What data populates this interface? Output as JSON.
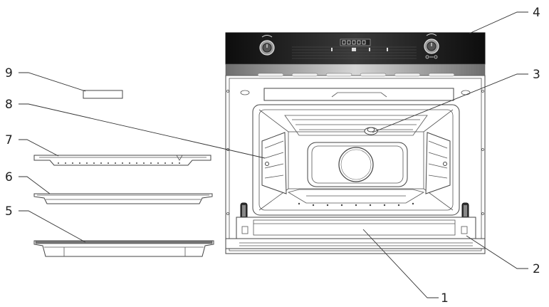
{
  "diagram": {
    "callouts": [
      {
        "id": "1",
        "label": "1"
      },
      {
        "id": "2",
        "label": "2"
      },
      {
        "id": "3",
        "label": "3"
      },
      {
        "id": "4",
        "label": "4"
      },
      {
        "id": "5",
        "label": "5"
      },
      {
        "id": "6",
        "label": "6"
      },
      {
        "id": "7",
        "label": "7"
      },
      {
        "id": "8",
        "label": "8"
      },
      {
        "id": "9",
        "label": "9"
      }
    ],
    "colors": {
      "panel_dark": "#1a1a1a",
      "panel_band": "#8a8a8a",
      "line": "#333333"
    }
  }
}
